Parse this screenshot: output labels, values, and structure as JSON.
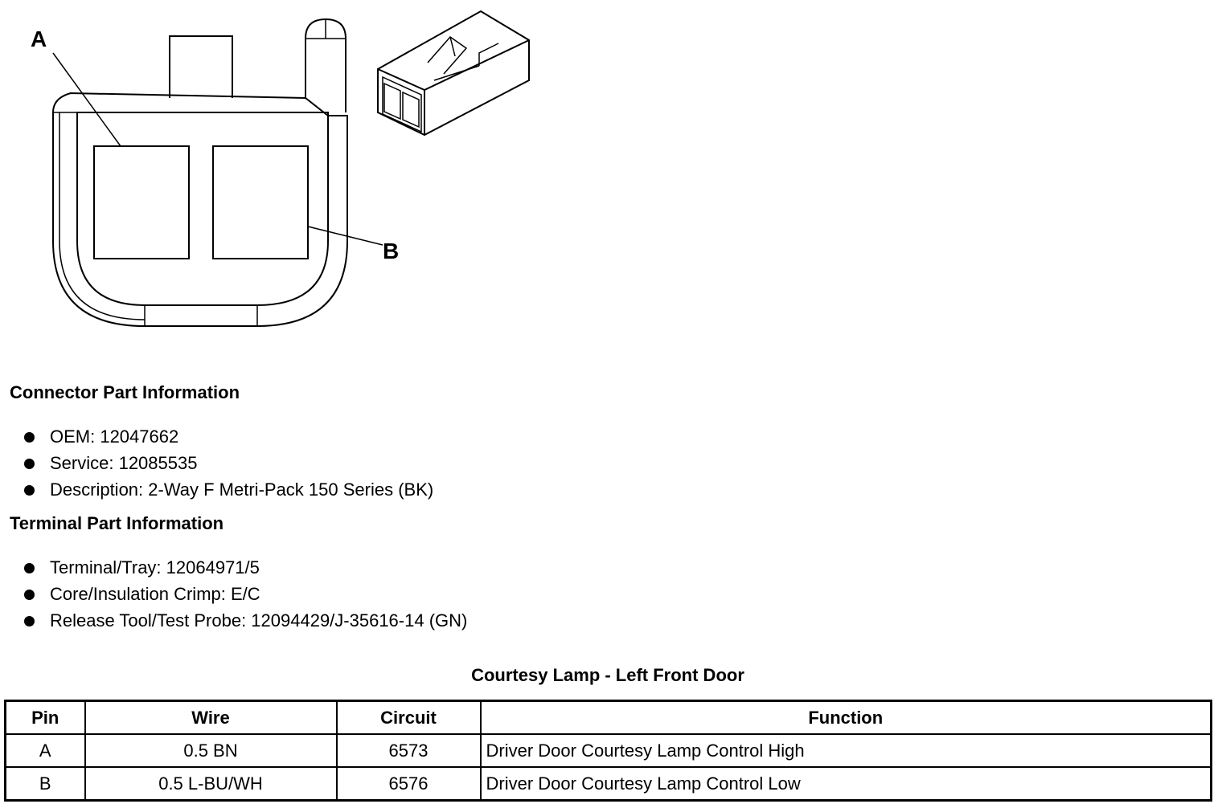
{
  "diagram": {
    "label_a": "A",
    "label_b": "B"
  },
  "connector_info": {
    "heading": "Connector Part Information",
    "items": [
      "OEM: 12047662",
      "Service: 12085535",
      "Description: 2-Way F Metri-Pack 150 Series (BK)"
    ]
  },
  "terminal_info": {
    "heading": "Terminal Part Information",
    "items": [
      "Terminal/Tray: 12064971/5",
      "Core/Insulation Crimp: E/C",
      "Release Tool/Test Probe: 12094429/J-35616-14 (GN)"
    ]
  },
  "table": {
    "title": "Courtesy Lamp - Left Front Door",
    "headers": [
      "Pin",
      "Wire",
      "Circuit",
      "Function"
    ],
    "rows": [
      [
        "A",
        "0.5 BN",
        "6573",
        "Driver Door Courtesy Lamp Control High"
      ],
      [
        "B",
        "0.5 L-BU/WH",
        "6576",
        "Driver Door Courtesy Lamp Control Low"
      ]
    ]
  }
}
